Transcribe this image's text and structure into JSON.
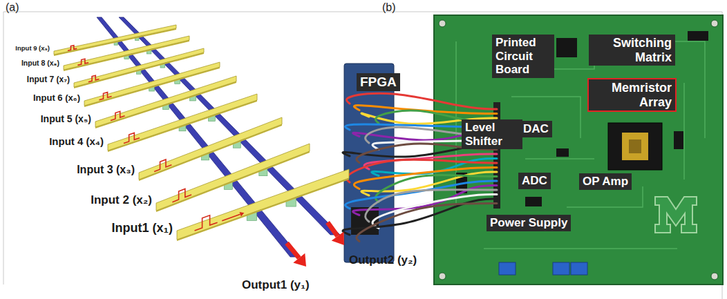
{
  "diagram": {
    "nodes": [
      {
        "text": [
          "Printed Circuit Board"
        ]
      },
      {
        "text": [
          "Switching Matrix"
        ]
      },
      {
        "text": [
          "FPGA"
        ]
      },
      {
        "text": [
          "Memristor Array"
        ]
      },
      {
        "text": [
          "Level Shifter"
        ]
      },
      {
        "text": [
          "DAC"
        ]
      },
      {
        "text": [
          "ADC"
        ]
      },
      {
        "text": [
          "OP Amp"
        ]
      },
      {
        "text": [
          "Power Supply"
        ]
      }
    ],
    "labels": [
      "(a)",
      "(b)",
      "Input 9 (x₉)",
      "Input 8 (x₈)",
      "Input 7 (x₇)",
      "Input 6 (x₆)",
      "Input 5 (x₅)",
      "Input 4 (x₄)",
      "Input 3 (x₃)",
      "Input 2 (x₂)",
      "Input1 (x₁)",
      "Output2 (y₂)",
      "Output1 (y₁)"
    ]
  }
}
